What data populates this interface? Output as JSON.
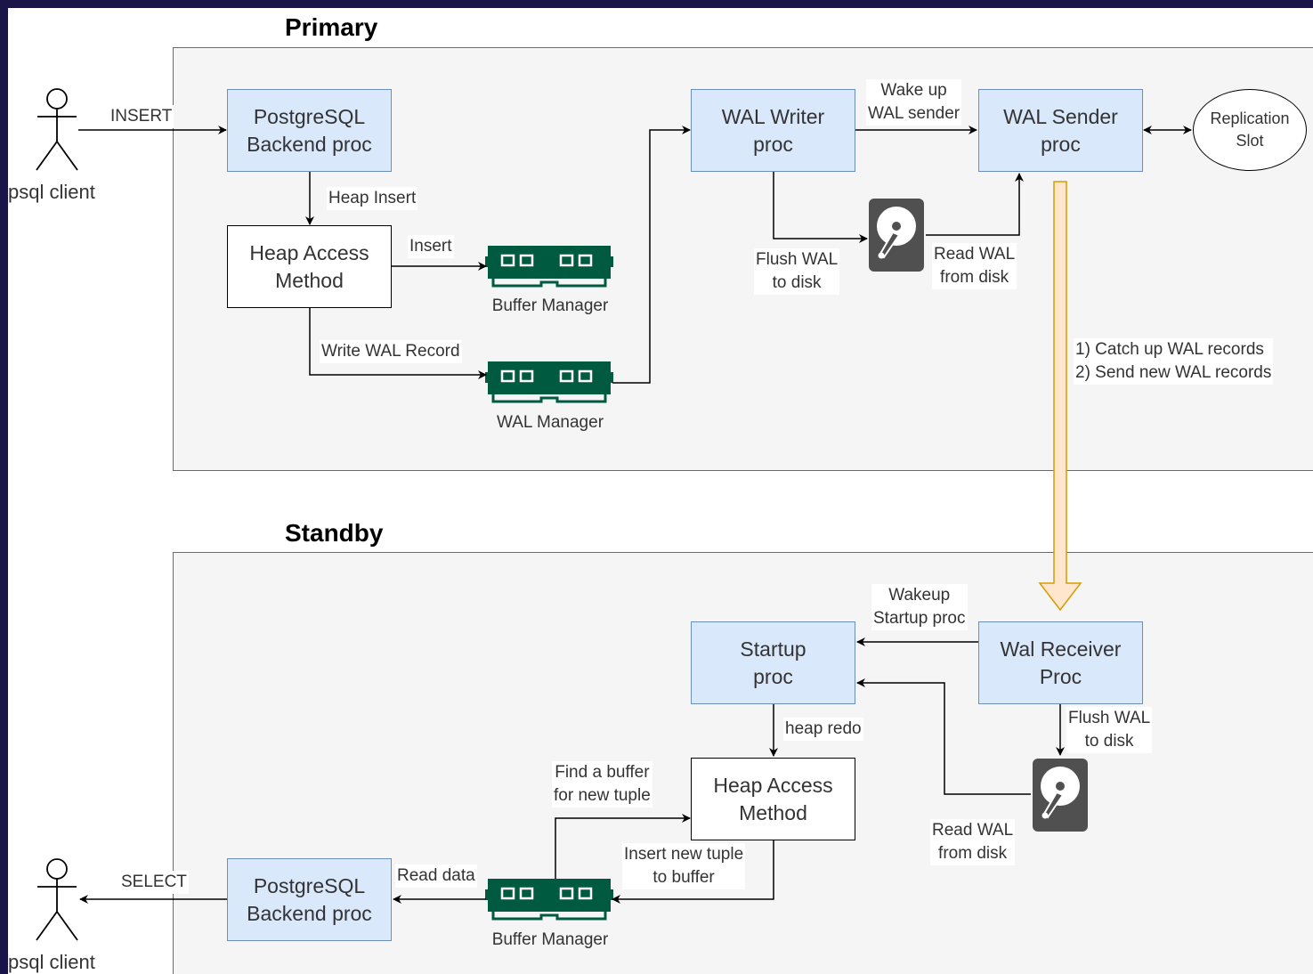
{
  "primary": {
    "title": "Primary",
    "client_label": "psql client",
    "backend": "PostgreSQL\nBackend proc",
    "heap_access": "Heap Access\nMethod",
    "wal_writer": "WAL Writer\nproc",
    "wal_sender": "WAL Sender\nproc",
    "replication_slot": "Replication\nSlot",
    "buffer_manager": "Buffer Manager",
    "wal_manager": "WAL Manager",
    "edges": {
      "insert": "INSERT",
      "heap_insert": "Heap Insert",
      "insert_small": "Insert",
      "write_wal": "Write WAL Record",
      "wake_sender": "Wake up\nWAL sender",
      "flush": "Flush WAL\nto disk",
      "read": "Read WAL\nfrom disk"
    }
  },
  "replication_note": "1) Catch up WAL records\n2) Send new WAL records",
  "standby": {
    "title": "Standby",
    "client_label": "psql client",
    "backend": "PostgreSQL\nBackend proc",
    "startup": "Startup\nproc",
    "wal_receiver": "Wal Receiver\nProc",
    "heap_access": "Heap Access\nMethod",
    "buffer_manager": "Buffer Manager",
    "edges": {
      "select": "SELECT",
      "wakeup_startup": "Wakeup\nStartup proc",
      "heap_redo": "heap redo",
      "flush": "Flush WAL\nto disk",
      "read": "Read WAL\nfrom disk",
      "find_buffer": "Find a buffer\nfor new tuple",
      "insert_tuple": "Insert new tuple\nto buffer",
      "read_data": "Read data"
    }
  },
  "colors": {
    "background": "#1a1448",
    "process_fill": "#dae8fc",
    "process_stroke": "#6c8ebf",
    "memory_green": "#005a40",
    "disk_gray": "#505050",
    "arrow_orange_fill": "#ffe6cc",
    "arrow_orange_stroke": "#d79b00",
    "region_fill": "#f5f5f5"
  }
}
